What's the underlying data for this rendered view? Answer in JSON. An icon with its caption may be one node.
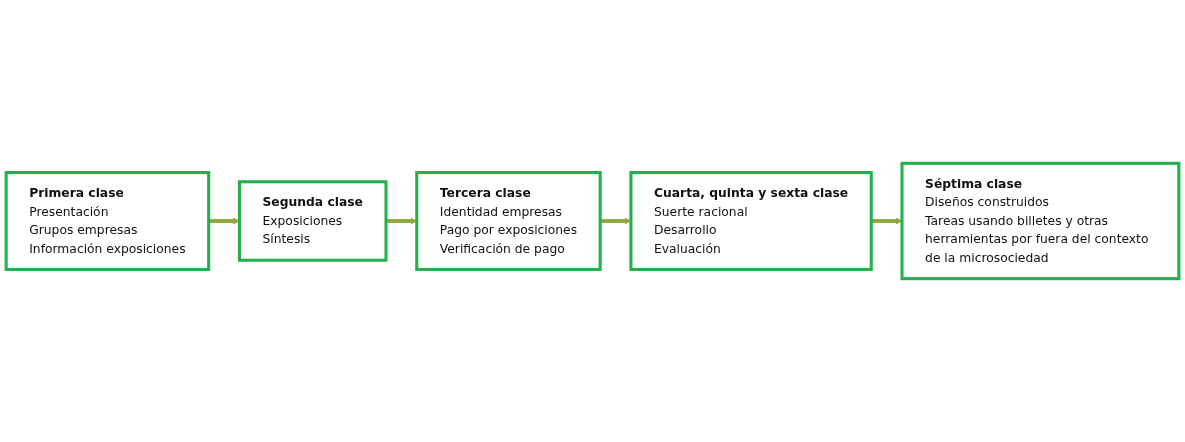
{
  "diagram": {
    "nodes": [
      {
        "text": [
          "Primera clase",
          "Presentación",
          "Grupos empresas",
          "Información exposiciones"
        ]
      },
      {
        "text": [
          "Segunda clase",
          "Exposiciones",
          "Síntesis"
        ]
      },
      {
        "text": [
          "Tercera clase",
          "Identidad empresas",
          "Pago por exposiciones",
          "Verificación de pago"
        ]
      },
      {
        "text": [
          "Cuarta, quinta y sexta clase",
          "Suerte racional",
          "Desarrollo",
          "Evaluación"
        ]
      },
      {
        "text": [
          "Séptima clase",
          "Diseños construidos",
          "Tareas usando billetes y otras herramientas por fuera del contexto de la microsociedad"
        ]
      }
    ],
    "edges": [
      {
        "from": 0,
        "to": 1,
        "arrow": "to"
      },
      {
        "from": 1,
        "to": 2,
        "arrow": "to"
      },
      {
        "from": 2,
        "to": 3,
        "arrow": "to"
      },
      {
        "from": 3,
        "to": 4,
        "arrow": "to"
      }
    ]
  }
}
